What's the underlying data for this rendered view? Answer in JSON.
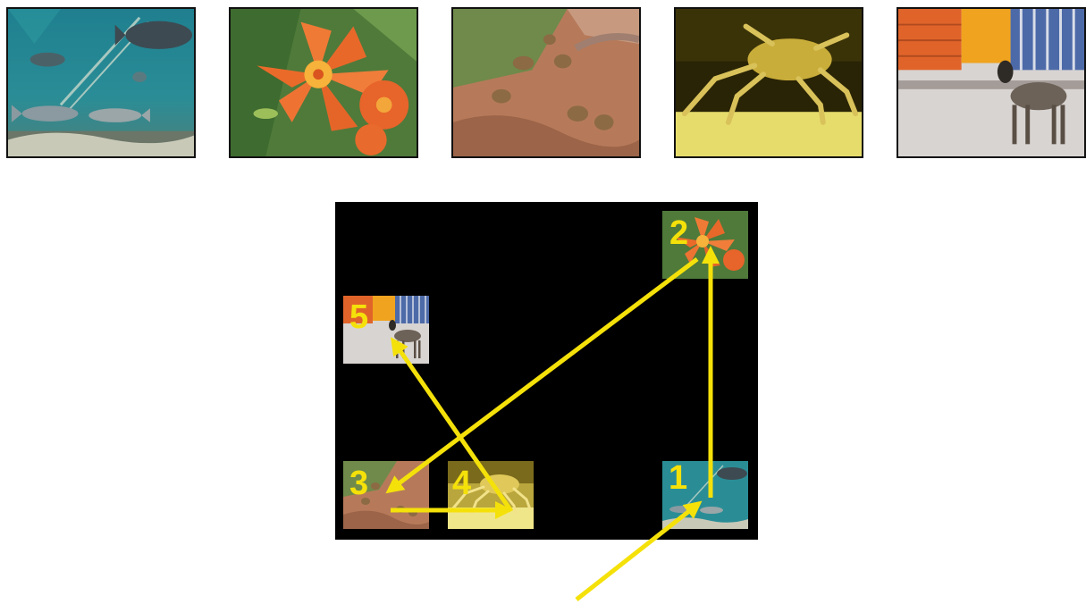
{
  "thumbnails": [
    {
      "id": "aquarium",
      "icon": "aquarium-fish-image"
    },
    {
      "id": "lily",
      "icon": "orange-lily-image"
    },
    {
      "id": "meerkats",
      "icon": "meerkats-image"
    },
    {
      "id": "crab",
      "icon": "spider-crab-image"
    },
    {
      "id": "goat",
      "icon": "goat-image"
    }
  ],
  "fixation_points": [
    {
      "label": "1",
      "image": "aquarium"
    },
    {
      "label": "2",
      "image": "lily"
    },
    {
      "label": "3",
      "image": "meerkats"
    },
    {
      "label": "4",
      "image": "crab"
    },
    {
      "label": "5",
      "image": "goat"
    }
  ],
  "colors": {
    "arrow": "#f5e10a",
    "panel": "#000000",
    "label": "#f5e10a"
  }
}
